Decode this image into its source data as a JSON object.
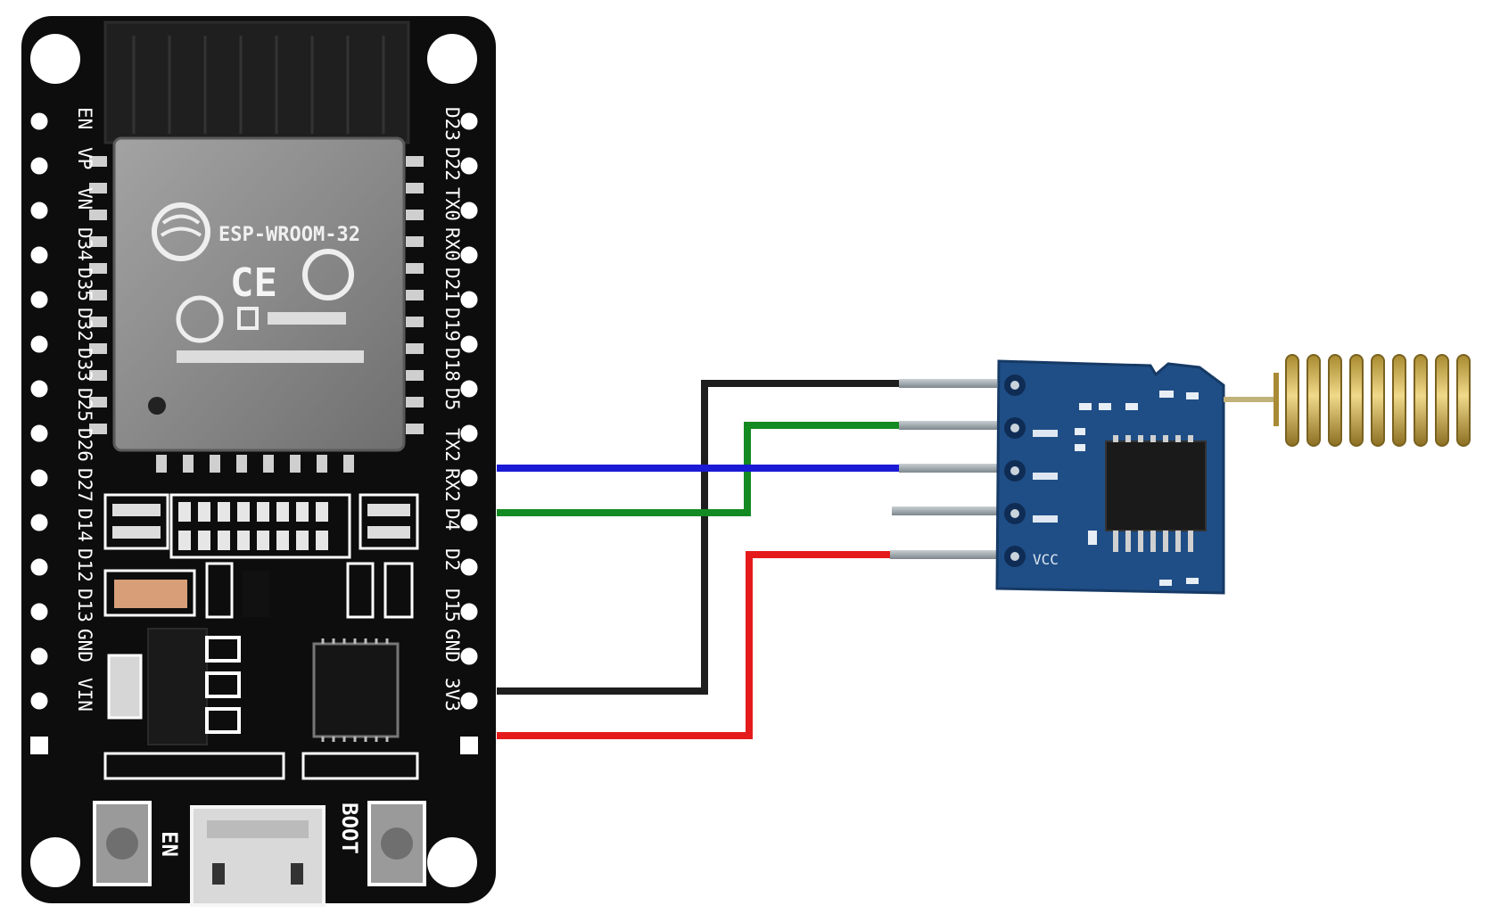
{
  "esp32": {
    "module_label": "ESP-WROOM-32",
    "ce_mark": "CE",
    "en_button_label": "EN",
    "boot_button_label": "BOOT",
    "left_pins": [
      "EN",
      "VP",
      "VN",
      "D34",
      "D35",
      "D32",
      "D33",
      "D25",
      "D26",
      "D27",
      "D14",
      "D12",
      "D13",
      "GND",
      "VIN"
    ],
    "right_pins": [
      "D23",
      "D22",
      "TX0",
      "RX0",
      "D21",
      "D19",
      "D18",
      "D5",
      "TX2",
      "RX2",
      "D4",
      "D2",
      "D15",
      "GND",
      "3V3"
    ]
  },
  "rf_module": {
    "pin_label": "VCC"
  },
  "wires": [
    {
      "name": "wire-tx2-blue",
      "color": "#1a1ad6"
    },
    {
      "name": "wire-rx2-green",
      "color": "#138a22"
    },
    {
      "name": "wire-gnd-black",
      "color": "#1e1e1e"
    },
    {
      "name": "wire-3v3-red",
      "color": "#e51b1b"
    }
  ],
  "colors": {
    "board": "#0d0d0d",
    "module_shield": "#8a8a8a",
    "rf_pcb": "#1f4e86",
    "antenna": "#c9a64a",
    "pin": "#9aa3a8"
  }
}
